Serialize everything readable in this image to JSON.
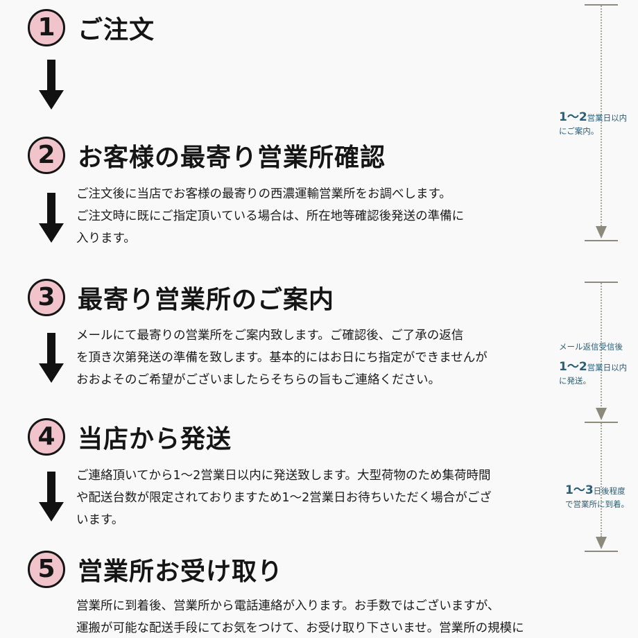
{
  "steps": [
    {
      "number": "1",
      "title": "ご注文",
      "lines": []
    },
    {
      "number": "2",
      "title": "お客様の最寄り営業所確認",
      "lines": [
        "ご注文後に当店でお客様の最寄りの西濃運輸営業所をお調べします。",
        "ご注文時に既にご指定頂いている場合は、所在地等確認後発送の準備に",
        "入ります。"
      ]
    },
    {
      "number": "3",
      "title": "最寄り営業所のご案内",
      "lines": [
        "メールにて最寄りの営業所をご案内致します。ご確認後、ご了承の返信",
        "を頂き次第発送の準備を致します。基本的にはお日にち指定ができませんが",
        "おおよそのご希望がございましたらそちらの旨もご連絡ください。"
      ]
    },
    {
      "number": "4",
      "title": "当店から発送",
      "lines": [
        "ご連絡頂いてから1〜2営業日以内に発送致します。大型荷物のため集荷時間",
        "や配送台数が限定されておりますため1〜2営業日お待ちいただく場合がござ",
        "います。"
      ]
    },
    {
      "number": "5",
      "title": "営業所お受け取り",
      "lines": [
        "営業所に到着後、営業所から電話連絡が入ります。お手数ではございますが、",
        "運搬が可能な配送手段にてお気をつけて、お受け取り下さいませ。営業所の規模に"
      ]
    }
  ],
  "timeline": {
    "label1": {
      "big": "1〜2",
      "small1": "営業日以内",
      "line2": "にご案内。"
    },
    "label2": {
      "top": "メール返信受信後",
      "big": "1〜2",
      "small1": "営業日以内",
      "line2": "に発送。"
    },
    "label3": {
      "big": "1〜3",
      "small1": "日後程度",
      "line2": "で営業所に到着。"
    }
  }
}
